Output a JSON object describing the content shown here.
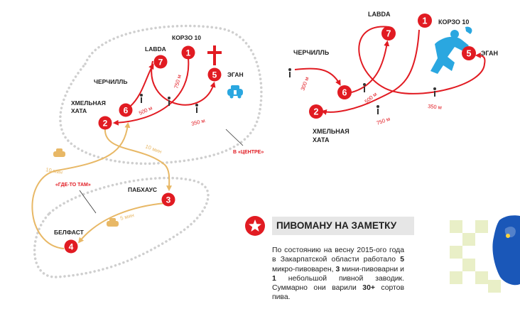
{
  "colors": {
    "red": "#e11b22",
    "orange": "#e8b866",
    "dots": "#cfcfcf",
    "blue": "#2aa7e0",
    "label": "#222222"
  },
  "left_map": {
    "stops": [
      {
        "num": "1",
        "name": "КОРЗО 10"
      },
      {
        "num": "7",
        "name": "LABDA"
      },
      {
        "num": "5",
        "name": "ЭГАН"
      },
      {
        "num": "6",
        "name_line1": "ХМЕЛЬНАЯ",
        "name_line2": "ХАТА",
        "label": "ЧЕРЧИЛЛЬ"
      },
      {
        "num": "2"
      },
      {
        "num": "3",
        "name": "ПАБХАУС"
      },
      {
        "num": "4",
        "name": "БЕЛФАСТ"
      }
    ],
    "distances": [
      "500 м",
      "750 м",
      "350 м",
      "10 мин",
      "10 мин",
      "5 мин"
    ],
    "zones": {
      "center": "В «ЦЕНТРЕ»",
      "elsewhere": "«ГДЕ-ТО ТАМ»"
    }
  },
  "right_map": {
    "stops": [
      {
        "num": "1",
        "name": "КОРЗО 10"
      },
      {
        "num": "7",
        "name": "LABDA"
      },
      {
        "num": "5",
        "name": "ЭГАН"
      },
      {
        "num": "6",
        "name": "ЧЕРЧИЛЛЬ"
      },
      {
        "num": "2",
        "name_line1": "ХМЕЛЬНАЯ",
        "name_line2": "ХАТА"
      }
    ],
    "distances": [
      "300 м",
      "500 м",
      "750 м",
      "350 м"
    ]
  },
  "note": {
    "title": "ПИВОМАНУ НА ЗАМЕТКУ",
    "p1": "По состоянию на весну 2015-ого года в Закарпатской области работало ",
    "n1": "5",
    "p2": " микро-пивоварен, ",
    "n2": "3",
    "p3": " мини-пивоварни и ",
    "n3": "1",
    "p4": " небольшой пивной заводик. Суммарно они варили ",
    "n4": "30+",
    "p5": " сортов пива."
  }
}
